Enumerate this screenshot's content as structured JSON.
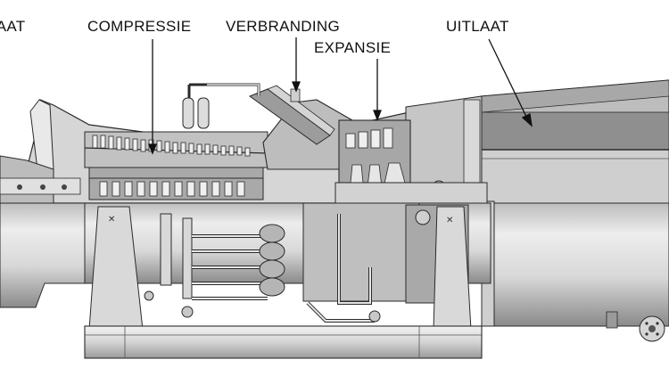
{
  "labels": {
    "inlaat": "LAAT",
    "compressie": "COMPRESSIE",
    "verbranding": "VERBRANDING",
    "expansie": "EXPANSIE",
    "uitlaat": "UITLAAT"
  },
  "colors": {
    "outline": "#2a2a2a",
    "casing_light": "#e6e6e6",
    "casing_mid": "#c9c9c9",
    "casing_dark": "#8c8c8c",
    "shadow": "#5a5a5a",
    "background": "#ffffff"
  }
}
